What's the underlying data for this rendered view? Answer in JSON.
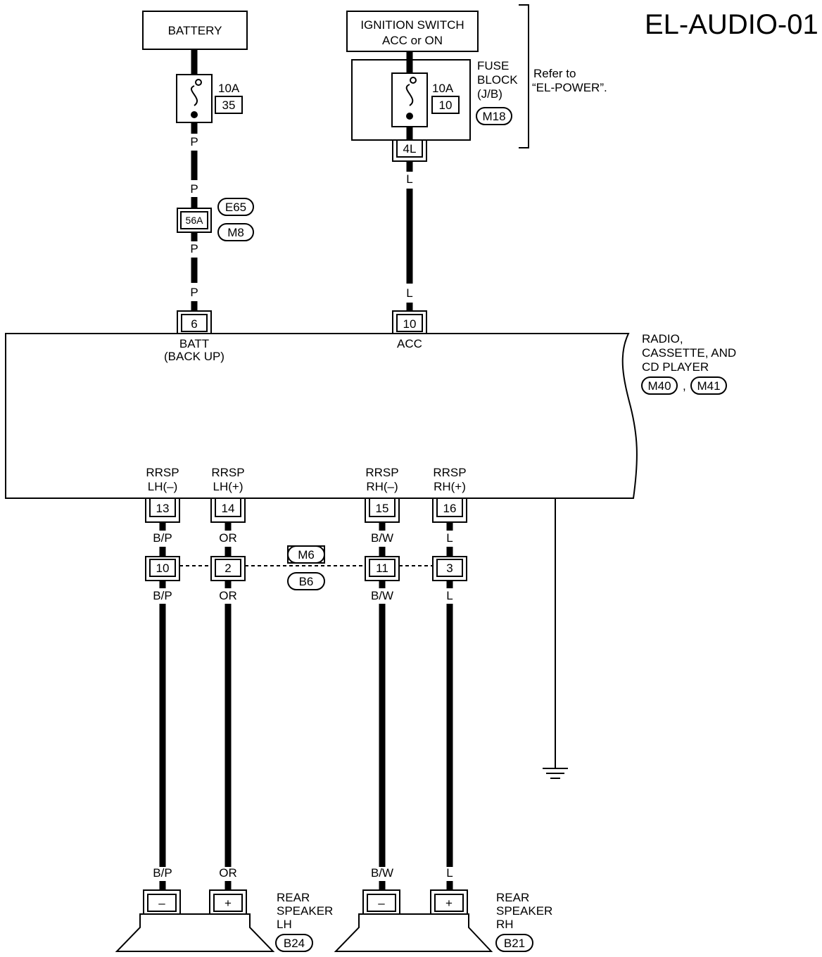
{
  "title": "EL-AUDIO-01",
  "battery": {
    "label": "BATTERY",
    "fuse_amp": "10A",
    "fuse_no": "35"
  },
  "ignition": {
    "line1": "IGNITION SWITCH",
    "line2": "ACC or ON",
    "fuse_amp": "10A",
    "fuse_no": "10",
    "connector": "4L"
  },
  "fuse_block": {
    "line1": "FUSE",
    "line2": "BLOCK",
    "line3": "(J/B)",
    "connector": "M18"
  },
  "refer": {
    "line1": "Refer to",
    "line2": "“EL-POWER”."
  },
  "batt_wire": {
    "color": "P",
    "junction": "56A",
    "conn_top": "E65",
    "conn_bottom": "M8"
  },
  "acc_wire": {
    "color": "L"
  },
  "radio": {
    "line1": "RADIO,",
    "line2": "CASSETTE, AND",
    "line3": "CD PLAYER",
    "conn1": "M40",
    "sep": ",",
    "conn2": "M41",
    "batt_pin": "6",
    "batt_label1": "BATT",
    "batt_label2": "(BACK UP)",
    "acc_pin": "10",
    "acc_label": "ACC"
  },
  "outputs": [
    {
      "name1": "RRSP",
      "name2": "LH(–)",
      "pin": "13",
      "color": "B/P",
      "joint": "10",
      "sign": "–"
    },
    {
      "name1": "RRSP",
      "name2": "LH(+)",
      "pin": "14",
      "color": "OR",
      "joint": "2",
      "sign": "+"
    },
    {
      "name1": "RRSP",
      "name2": "RH(–)",
      "pin": "15",
      "color": "B/W",
      "joint": "11",
      "sign": "–"
    },
    {
      "name1": "RRSP",
      "name2": "RH(+)",
      "pin": "16",
      "color": "L",
      "joint": "3",
      "sign": "+"
    }
  ],
  "joint_connectors": {
    "top": "M6",
    "bottom": "B6"
  },
  "speaker_lh": {
    "line1": "REAR",
    "line2": "SPEAKER",
    "line3": "LH",
    "conn": "B24"
  },
  "speaker_rh": {
    "line1": "REAR",
    "line2": "SPEAKER",
    "line3": "RH",
    "conn": "B21"
  }
}
